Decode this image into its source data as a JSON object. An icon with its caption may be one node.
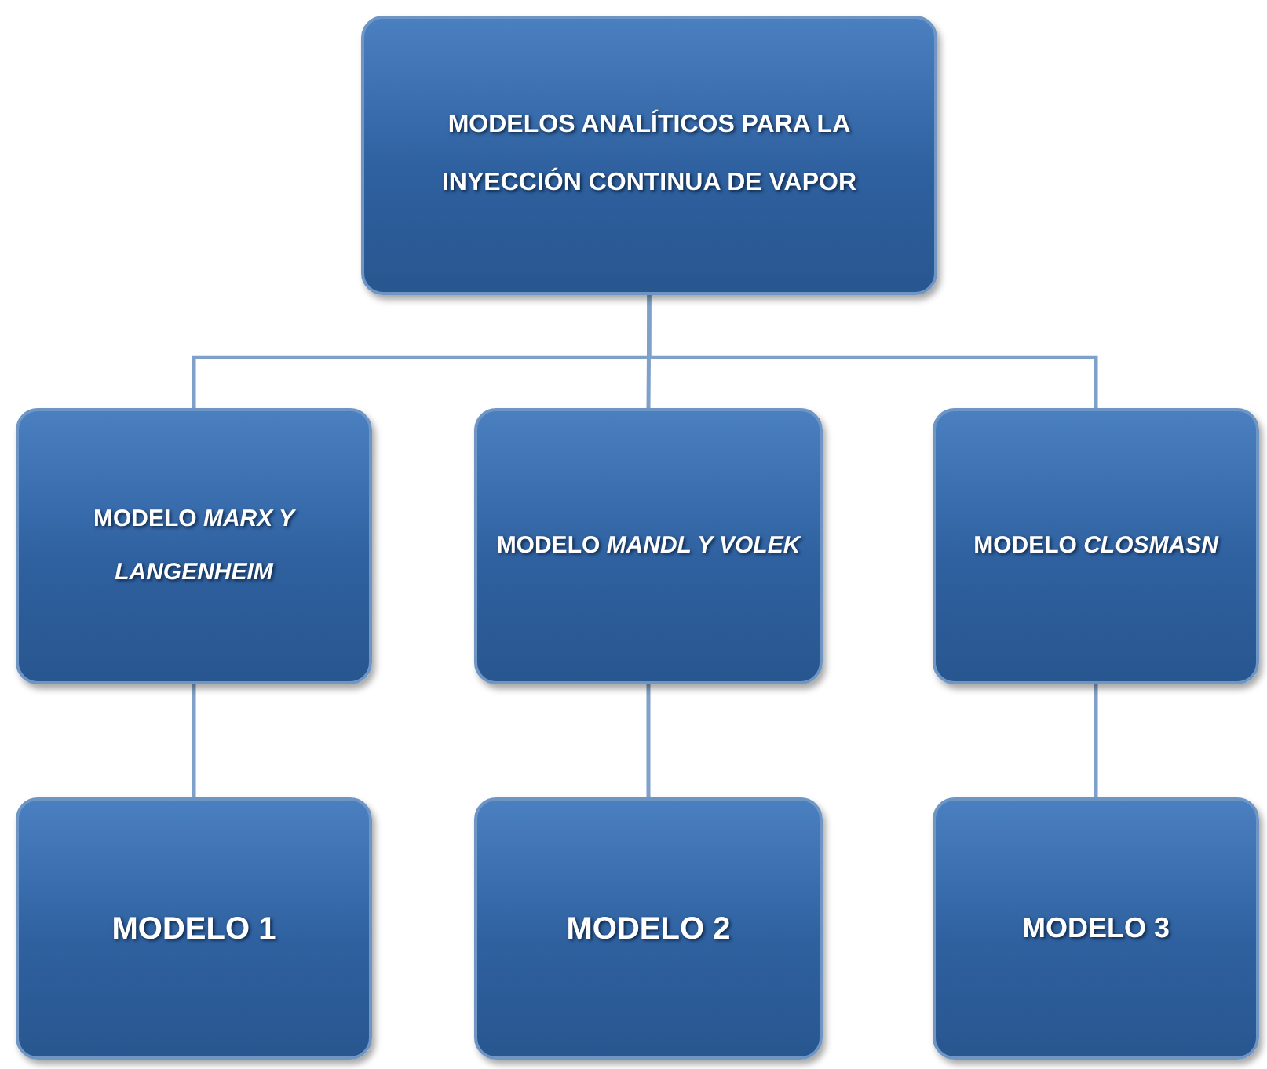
{
  "diagram": {
    "nodes": [
      {
        "text": [
          "MODELOS ANALÍTICOS PARA LA INYECCIÓN CONTINUA DE VAPOR"
        ]
      },
      {
        "text": [
          "MODELO *MARX Y LANGENHEIM*"
        ]
      },
      {
        "text": [
          "MODELO *MANDL Y VOLEK*"
        ]
      },
      {
        "text": [
          "MODELO *CLOSMASN*"
        ]
      },
      {
        "text": [
          "MODELO 1"
        ]
      },
      {
        "text": [
          "MODELO 2"
        ]
      },
      {
        "text": [
          "MODELO 3"
        ]
      }
    ],
    "edges": [
      {
        "from": 0,
        "to": 1,
        "arrow": "none"
      },
      {
        "from": 0,
        "to": 2,
        "arrow": "none"
      },
      {
        "from": 0,
        "to": 3,
        "arrow": "none"
      },
      {
        "from": 1,
        "to": 4,
        "arrow": "none"
      },
      {
        "from": 2,
        "to": 5,
        "arrow": "none"
      },
      {
        "from": 3,
        "to": 6,
        "arrow": "none"
      }
    ]
  }
}
